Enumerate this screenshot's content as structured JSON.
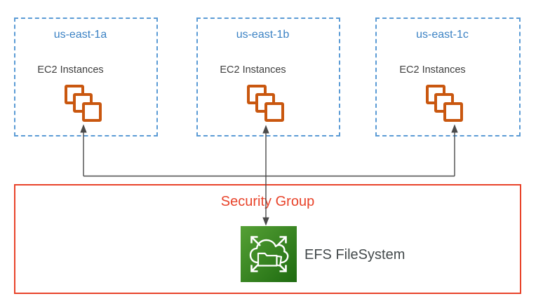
{
  "diagram": {
    "title_implicit": "EFS FileSystem mounted from EC2 instances across availability zones",
    "availability_zones": [
      {
        "label": "us-east-1a",
        "instances_label": "EC2 Instances",
        "icon": "ec2-stacked-squares"
      },
      {
        "label": "us-east-1b",
        "instances_label": "EC2 Instances",
        "icon": "ec2-stacked-squares"
      },
      {
        "label": "us-east-1c",
        "instances_label": "EC2 Instances",
        "icon": "ec2-stacked-squares"
      }
    ],
    "security_group": {
      "label": "Security Group"
    },
    "efs": {
      "label": "EFS FileSystem",
      "icon": "efs-cloud-folder-expand-arrows"
    },
    "connectors": {
      "style": "arrows from EFS up to each EC2 instance stack; double-headed between us-east-1b and EFS",
      "icon": "double-headed-arrow"
    },
    "colors": {
      "az_border": "#5B9BD5",
      "az_label_text": "#3B82C4",
      "instances_text": "#404040",
      "ec2_square_orange": "#C9570F",
      "security_group_red": "#E8432A",
      "connector_gray": "#4A4A4A",
      "efs_green_light": "#55A035",
      "efs_green_dark": "#1E6B10",
      "background": "#FFFFFF"
    }
  }
}
